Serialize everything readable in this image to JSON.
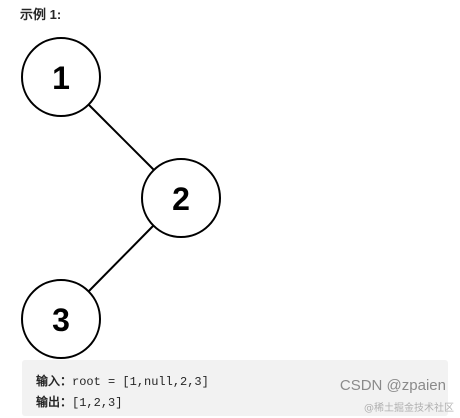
{
  "heading": "示例 1:",
  "tree": {
    "nodes": [
      {
        "id": "n1",
        "value": "1"
      },
      {
        "id": "n2",
        "value": "2"
      },
      {
        "id": "n3",
        "value": "3"
      }
    ]
  },
  "example": {
    "input_label": "输入：",
    "input_value": "root = [1,null,2,3]",
    "output_label": "输出：",
    "output_value": "[1,2,3]"
  },
  "watermark": "CSDN @zpaien",
  "sub_watermark": "@稀土掘金技术社区"
}
